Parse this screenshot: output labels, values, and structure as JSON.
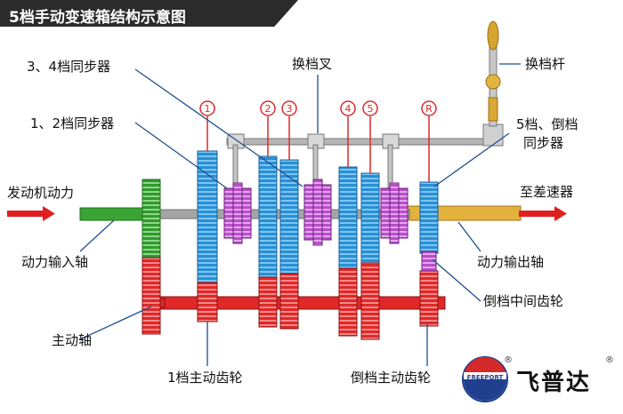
{
  "title": "5档手动变速箱结构示意图",
  "labels": {
    "sync_34": "3、4档同步器",
    "sync_12": "1、2档同步器",
    "shift_fork": "换档叉",
    "shift_lever": "换档杆",
    "sync_5r_line1": "5档、倒档",
    "sync_5r_line2": "同步器",
    "engine_power": "发动机动力",
    "to_diff": "至差速器",
    "input_shaft": "动力输入轴",
    "output_shaft": "动力输出轴",
    "reverse_idler": "倒档中间齿轮",
    "main_shaft": "主动轴",
    "gear1_drive": "1档主动齿轮",
    "reverse_drive": "倒档主动齿轮"
  },
  "gear_marks": [
    "1",
    "2",
    "3",
    "4",
    "5",
    "R"
  ],
  "logo": {
    "text": "飞普达",
    "badge_text": "FREEPORT",
    "reg_mark": "®"
  },
  "colors": {
    "green": "#3aa535",
    "blue": "#2a8fd4",
    "red": "#e02828",
    "purple": "#b84fc9",
    "gold": "#e3b23c",
    "gray": "#9a9a9a",
    "arrow": "#e02020"
  }
}
